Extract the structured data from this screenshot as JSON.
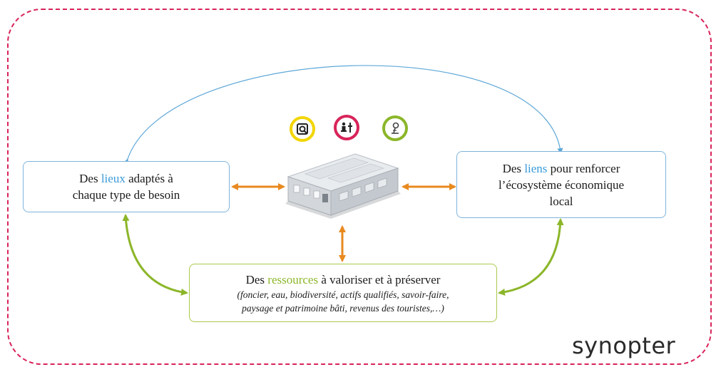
{
  "colors": {
    "frame": "#d8245a",
    "blue_arc": "#5fa8d8",
    "orange_arrow": "#e8891f",
    "green_arrow": "#8cb62a",
    "icon_yellow": "#f2d500",
    "icon_magenta": "#d8245a",
    "icon_green": "#8cb62a"
  },
  "nodes": {
    "lieux": {
      "pre": "Des ",
      "keyword": "lieux",
      "post": " adaptés à",
      "line2": "chaque type de besoin"
    },
    "liens": {
      "pre": "Des ",
      "keyword": "liens",
      "post": " pour renforcer",
      "line2": "l’écosystème économique",
      "line3": "local"
    },
    "ressources": {
      "pre": "Des ",
      "keyword": "ressources",
      "post": " à valoriser et à préserver",
      "detail1": "(foncier, eau, biodiversité, actifs qualifiés, savoir-faire,",
      "detail2": "paysage et patrimoine bâti, revenus des touristes,…)"
    }
  },
  "center": {
    "icon": "building-icon"
  },
  "icons": [
    "camera-icon",
    "people-icon",
    "location-pin-icon"
  ],
  "logo": {
    "text": "synopter"
  }
}
